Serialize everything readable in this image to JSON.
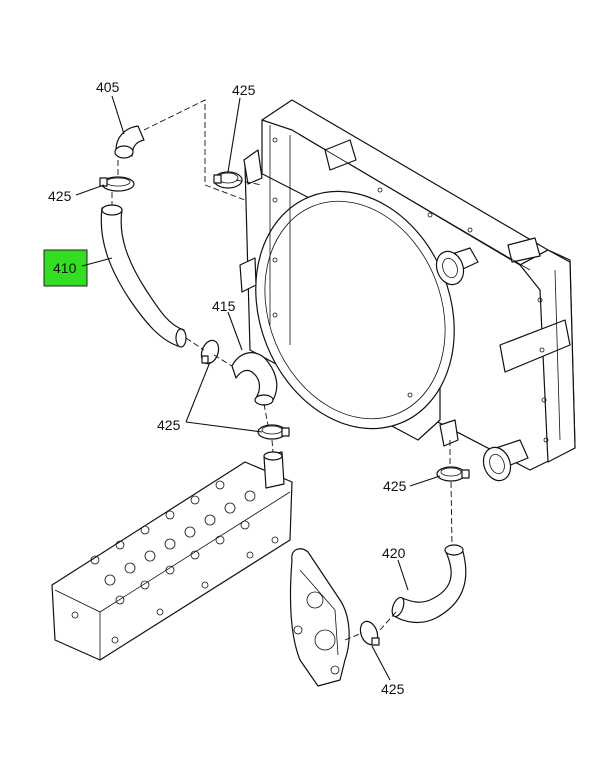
{
  "colors": {
    "highlight": "#33dd22",
    "line": "#111111",
    "background": "#ffffff"
  },
  "callouts": {
    "c405": "405",
    "c425_top_left": "425",
    "c425_top_right": "425",
    "c410": "410",
    "c415": "415",
    "c425_mid": "425",
    "c425_right": "425",
    "c420": "420",
    "c425_bottom": "425"
  },
  "highlighted_callout": "410"
}
